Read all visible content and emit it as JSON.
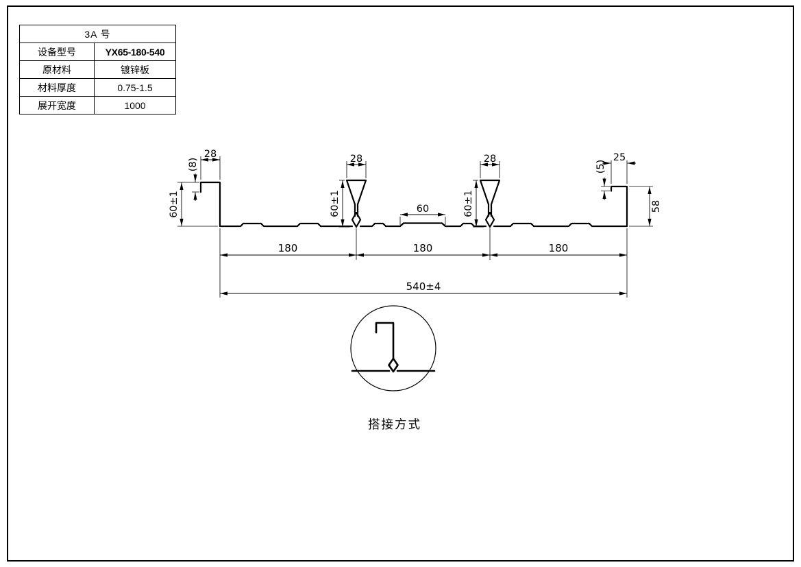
{
  "title_block": {
    "header": "3A  号",
    "rows": [
      {
        "label": "设备型号",
        "value": "YX65-180-540"
      },
      {
        "label": "原材料",
        "value": "镀锌板"
      },
      {
        "label": "材料厚度",
        "value": "0.75-1.5"
      },
      {
        "label": "展开宽度",
        "value": "1000"
      }
    ]
  },
  "profile": {
    "dims": {
      "left_lip": "28",
      "left_hook": "(8)",
      "left_height": "60±1",
      "rib1_top": "28",
      "rib1_height": "60±1",
      "center_emboss": "60",
      "rib2_top": "28",
      "rib2_height": "60±1",
      "right_lip": "25",
      "right_hook": "(5)",
      "right_height": "58",
      "pitch1": "180",
      "pitch2": "180",
      "pitch3": "180",
      "overall": "540±4"
    }
  },
  "detail": {
    "caption": "搭接方式"
  },
  "colors": {
    "line": "#000000",
    "background": "#ffffff"
  }
}
